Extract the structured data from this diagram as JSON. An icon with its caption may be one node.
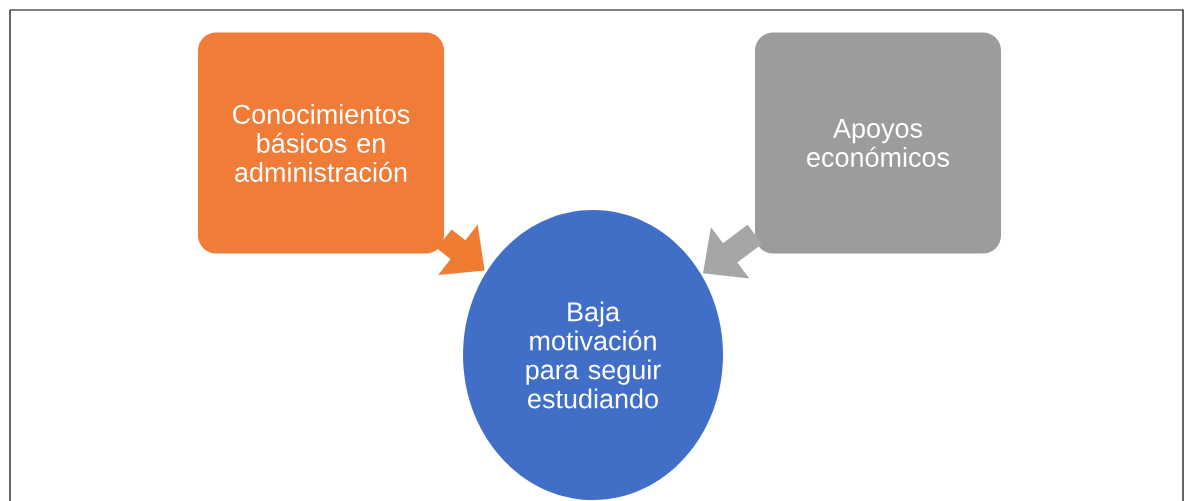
{
  "diagram": {
    "nodes": [
      {
        "text": [
          "Conocimientos básicos en administración"
        ]
      },
      {
        "text": [
          "Apoyos económicos"
        ]
      },
      {
        "text": [
          "Baja motivación para seguir estudiando"
        ]
      }
    ],
    "edges": [
      {
        "from": 0,
        "to": 2,
        "arrow": "to",
        "color": "#ee7d31"
      },
      {
        "from": 1,
        "to": 2,
        "arrow": "to",
        "color": "#a6a6a6"
      }
    ]
  }
}
